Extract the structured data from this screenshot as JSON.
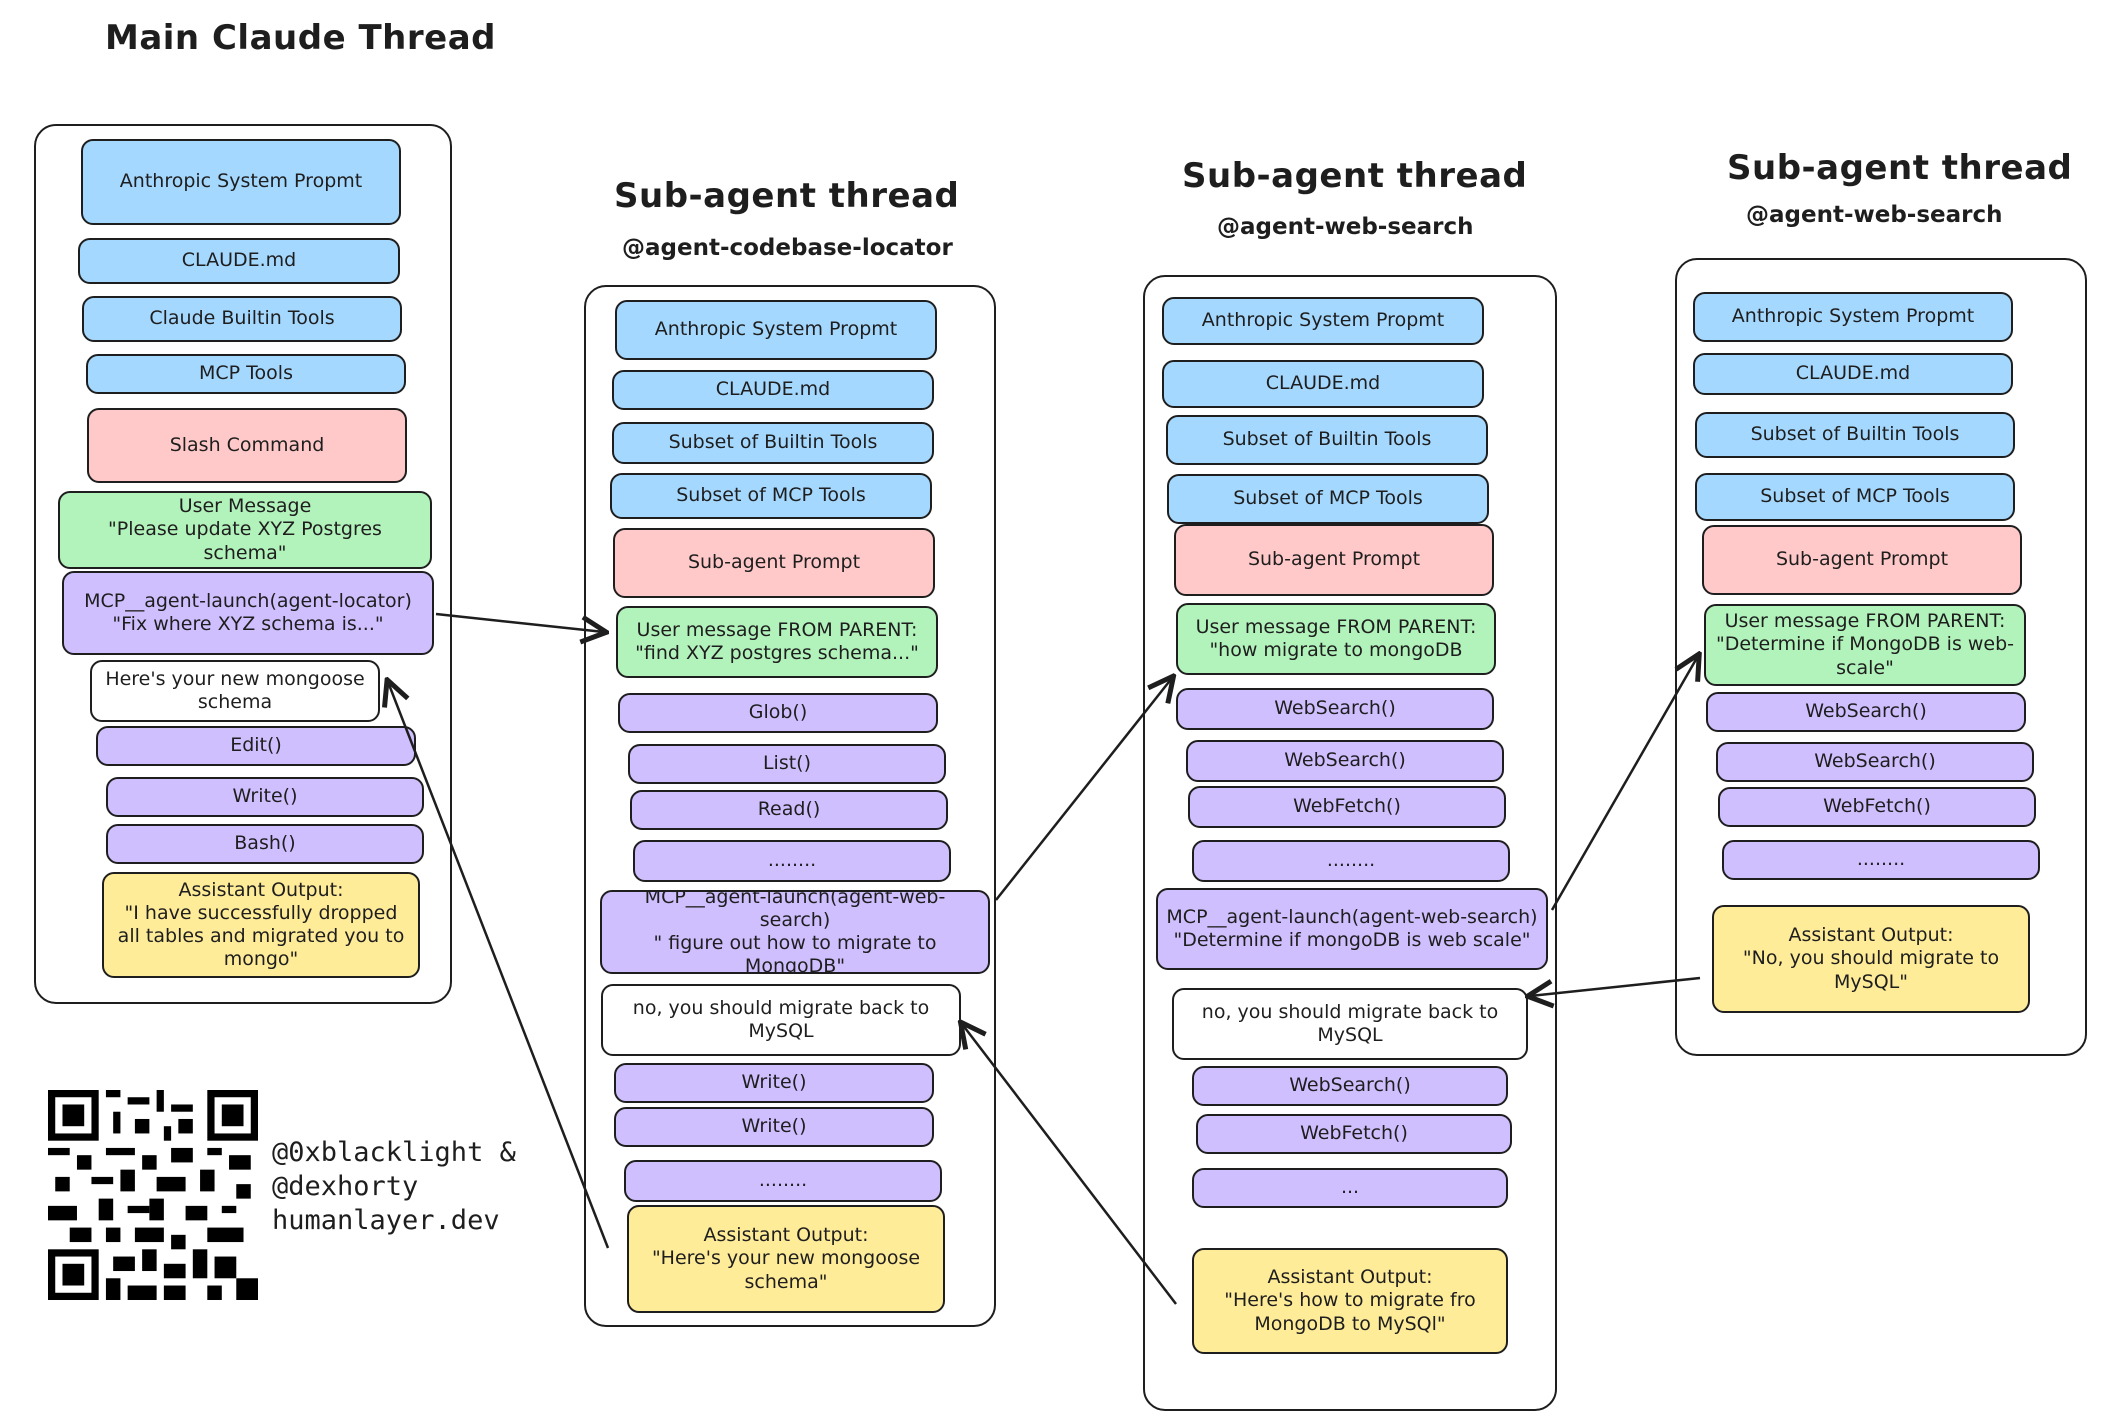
{
  "main": {
    "title": "Main Claude Thread",
    "items": [
      "Anthropic System Propmt",
      "CLAUDE.md",
      "Claude Builtin Tools",
      "MCP Tools",
      "Slash Command",
      "User Message\n\"Please update XYZ Postgres schema\"",
      "MCP__agent-launch(agent-locator)\n\"Fix where XYZ schema is...\"",
      "Here's your new mongoose schema",
      "Edit()",
      "Write()",
      "Bash()",
      "Assistant Output:\n\"I have successfully dropped all tables and migrated you to mongo\""
    ]
  },
  "sub1": {
    "title": "Sub-agent thread",
    "subtitle": "@agent-codebase-locator",
    "items": [
      "Anthropic System Propmt",
      "CLAUDE.md",
      "Subset of Builtin Tools",
      "Subset of MCP Tools",
      "Sub-agent Prompt",
      "User message FROM PARENT:\n\"find XYZ postgres schema...\"",
      "Glob()",
      "List()",
      "Read()",
      "........",
      "MCP__agent-launch(agent-web-search)\n\" figure out how to migrate to MongoDB\"",
      "no, you should migrate back to MySQL",
      "Write()",
      "Write()",
      "........",
      "Assistant Output:\n\"Here's your new mongoose schema\""
    ]
  },
  "sub2": {
    "title": "Sub-agent thread",
    "subtitle": "@agent-web-search",
    "items": [
      "Anthropic System Propmt",
      "CLAUDE.md",
      "Subset of Builtin Tools",
      "Subset of MCP Tools",
      "Sub-agent Prompt",
      "User message FROM PARENT:\n\"how migrate to mongoDB",
      "WebSearch()",
      "WebSearch()",
      "WebFetch()",
      "........",
      "MCP__agent-launch(agent-web-search)\n\"Determine if mongoDB is web scale\"",
      "no, you should migrate back to MySQL",
      "WebSearch()",
      "WebFetch()",
      "...",
      "Assistant Output:\n\"Here's how to migrate fro MongoDB to MySQl\""
    ]
  },
  "sub3": {
    "title": "Sub-agent thread",
    "subtitle": "@agent-web-search",
    "items": [
      "Anthropic System Propmt",
      "CLAUDE.md",
      "Subset of Builtin Tools",
      "Subset of MCP Tools",
      "Sub-agent Prompt",
      "User message FROM PARENT:\n\"Determine if MongoDB is web-scale\"",
      "WebSearch()",
      "WebSearch()",
      "WebFetch()",
      "........",
      "Assistant Output:\n\"No, you should migrate to MySQL\""
    ]
  },
  "credits": {
    "line1": "@0xblacklight &",
    "line2": "@dexhorty",
    "line3": "humanlayer.dev"
  },
  "qr_code_icon": "qr-code-icon",
  "colors": {
    "blue": "#a5d8ff",
    "red": "#ffc9c9",
    "green": "#b2f2bb",
    "purple": "#d0bfff",
    "yellow": "#ffec99",
    "stroke": "#1e1e1e"
  }
}
